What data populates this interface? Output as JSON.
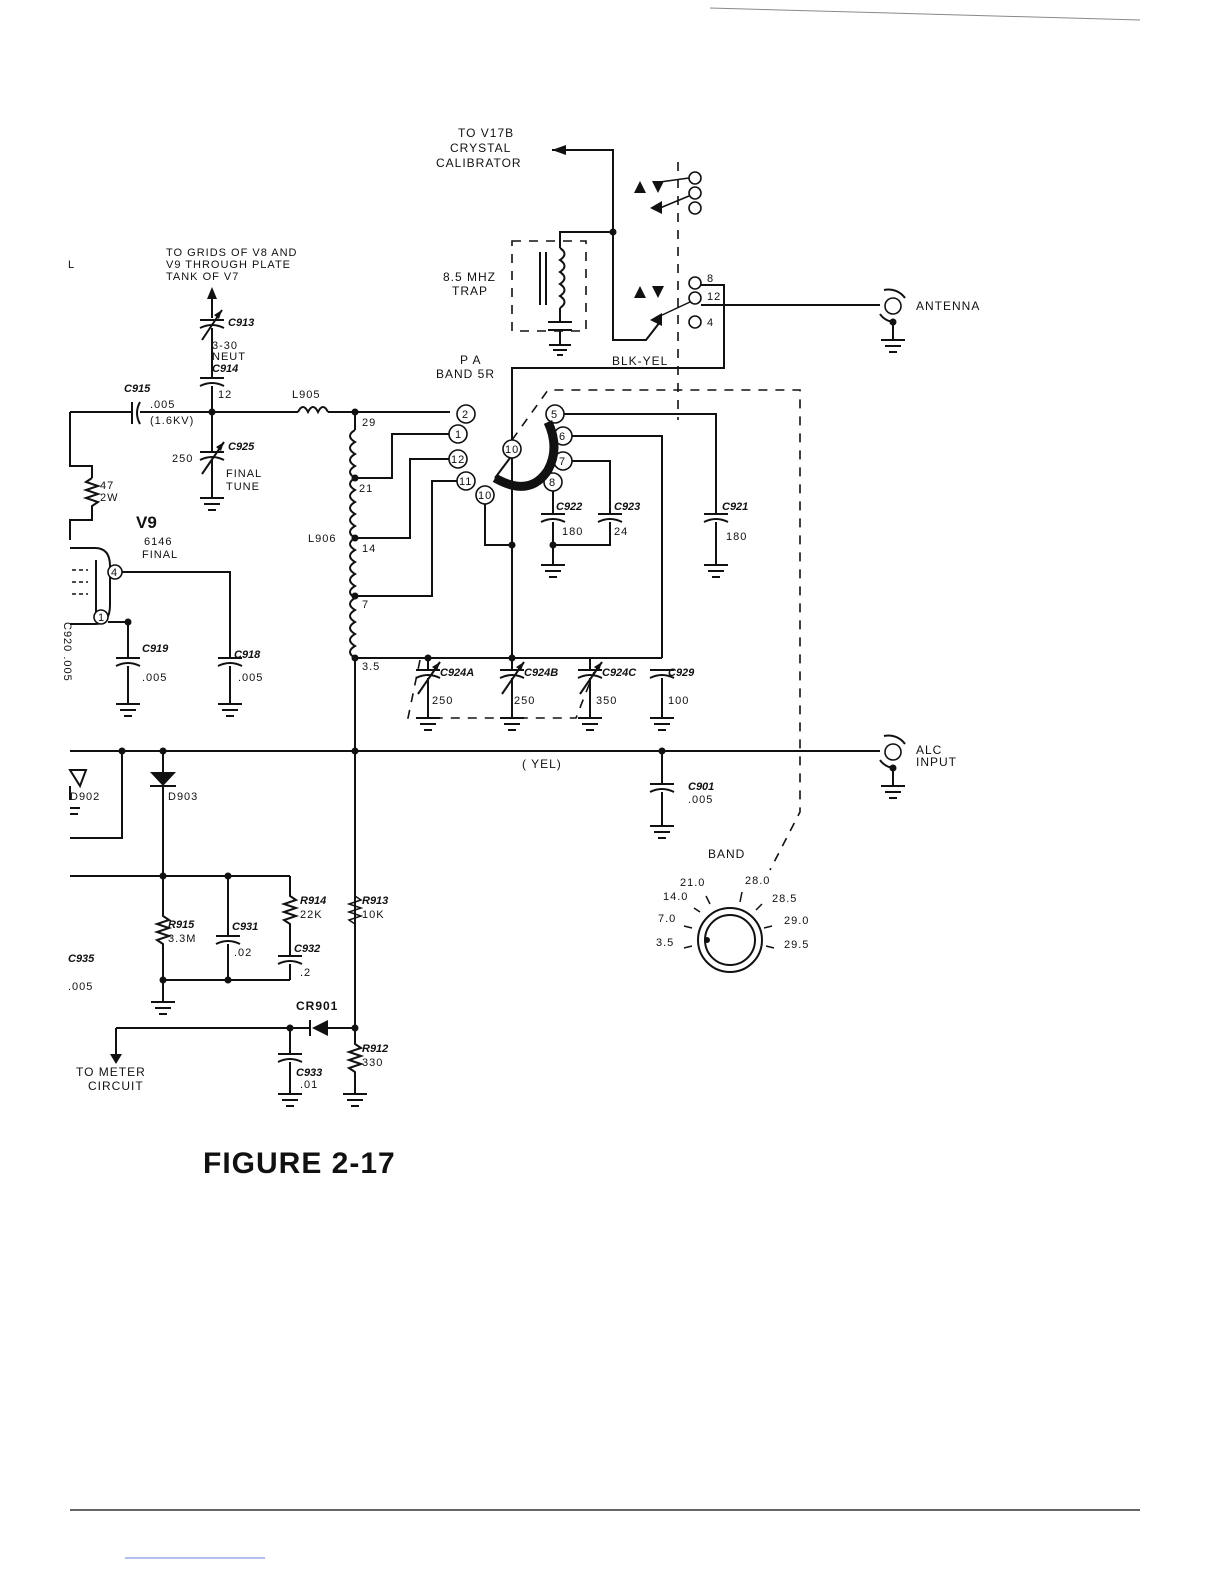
{
  "figure": {
    "title": "FIGURE 2-17"
  },
  "labels": {
    "to_v17b": [
      "TO V17B",
      "CRYSTAL",
      "CALIBRATOR"
    ],
    "to_grids": [
      "TO GRIDS OF V8 AND",
      "V9 THROUGH PLATE",
      "TANK OF V7"
    ],
    "left_l": "L",
    "trap": [
      "8.5 MHZ",
      "TRAP"
    ],
    "pa_band": [
      "P A",
      "BAND 5R"
    ],
    "blk_yel": "BLK-YEL",
    "antenna": "ANTENNA",
    "alc": [
      "ALC",
      "INPUT"
    ],
    "yel": "( YEL)",
    "to_meter": [
      "TO METER",
      "CIRCUIT"
    ],
    "band": "BAND"
  },
  "components": {
    "c913": "C913",
    "c913_val": [
      "3-30",
      "NEUT"
    ],
    "c914": "C914",
    "c914_val": "12",
    "c915": "C915",
    "c915_val": [
      ".005",
      "(1.6KV)"
    ],
    "c925": "C925",
    "c925_val": "250",
    "final_tune": [
      "FINAL",
      "TUNE"
    ],
    "l905": "L905",
    "l906": "L906",
    "r47": [
      "47",
      "2W"
    ],
    "v9": "V9",
    "v9_sub": [
      "6146",
      "FINAL"
    ],
    "c919": "C919",
    "c919_val": ".005",
    "c918": "C918",
    "c918_val": ".005",
    "c922": "C922",
    "c922_val": "180",
    "c923": "C923",
    "c923_val": "24",
    "c921": "C921",
    "c921_val": "180",
    "c924a": "C924A",
    "c924a_val": "250",
    "c924b": "C924B",
    "c924b_val": "250",
    "c924c": "C924C",
    "c924c_val": "350",
    "c929": "C929",
    "c929_val": "100",
    "c901": "C901",
    "c901_val": ".005",
    "d902": "D902",
    "d903": "D903",
    "r915": "R915",
    "r915_val": "3.3M",
    "c931": "C931",
    "c931_val": ".02",
    "r914": "R914",
    "r914_val": "22K",
    "c932": "C932",
    "c932_val": ".2",
    "r913": "R913",
    "r913_val": "10K",
    "c935": "C935",
    "c935_val": ".005",
    "cr901": "CR901",
    "r912": "R912",
    "r912_val": "330",
    "c933": "C933",
    "c933_val": ".01",
    "left_edge": "C920 .005"
  },
  "coil_taps": [
    "29",
    "21",
    "14",
    "7",
    "3.5"
  ],
  "switch_pins": [
    "2",
    "1",
    "12",
    "11",
    "10",
    "10",
    "5",
    "6",
    "7",
    "8"
  ],
  "relay_pins": [
    "8",
    "12",
    "4"
  ],
  "band_positions": [
    "21.0",
    "28.0",
    "14.0",
    "28.5",
    "7.0",
    "29.0",
    "3.5",
    "29.5"
  ]
}
